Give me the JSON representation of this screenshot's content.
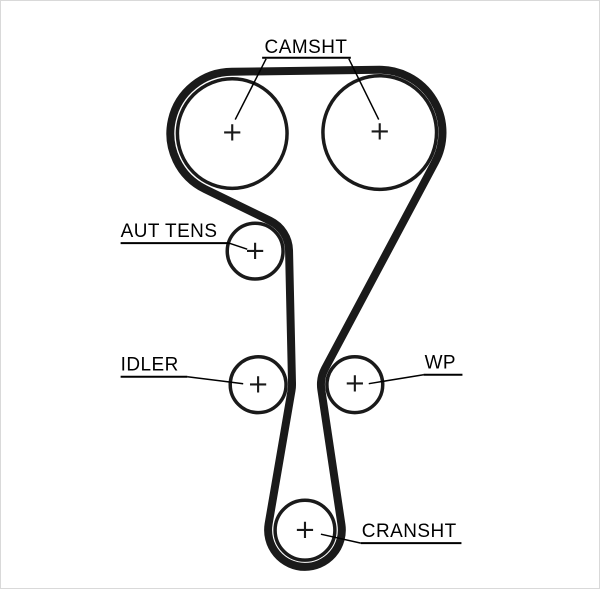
{
  "diagram": {
    "kind": "timing-belt-routing-diagram",
    "labels": {
      "camshaft": "CAMSHT",
      "auto_tensioner": "AUT TENS",
      "idler": "IDLER",
      "water_pump": "WP",
      "crankshaft": "CRANSHT"
    },
    "center_marker": "+",
    "colors": {
      "line": "#1a1a1a",
      "text": "#000000",
      "background": "#ffffff",
      "border": "#d9d9d9"
    },
    "pulleys": [
      {
        "id": "camshaft-left",
        "label_ref": "camshaft"
      },
      {
        "id": "camshaft-right",
        "label_ref": "camshaft"
      },
      {
        "id": "auto-tensioner",
        "label_ref": "auto_tensioner"
      },
      {
        "id": "idler",
        "label_ref": "idler"
      },
      {
        "id": "water-pump",
        "label_ref": "water_pump"
      },
      {
        "id": "crankshaft",
        "label_ref": "crankshaft"
      }
    ]
  }
}
